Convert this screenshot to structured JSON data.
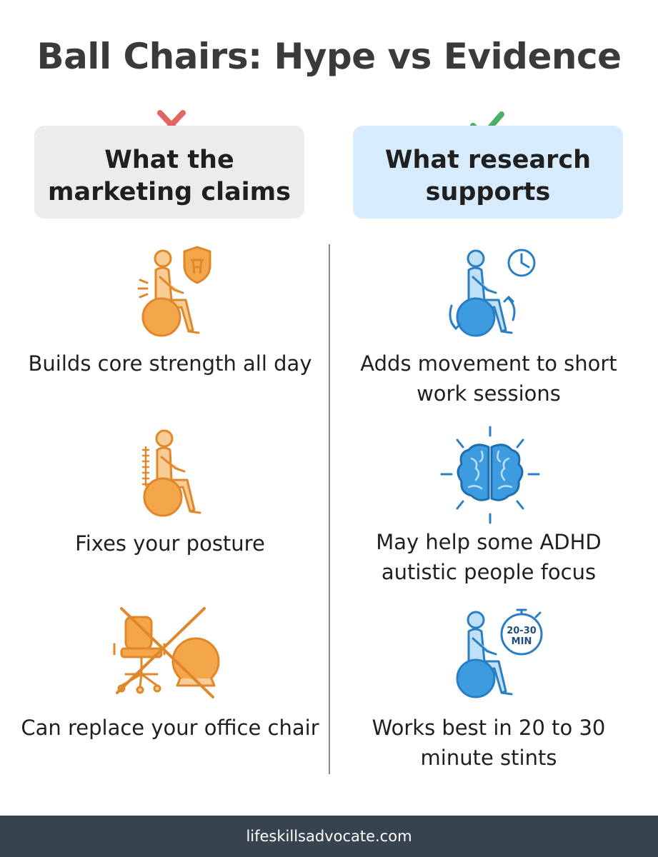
{
  "title": "Ball Chairs: Hype vs Evidence",
  "colors": {
    "marketing_accent": "#f2a23c",
    "research_accent": "#3d9be0",
    "cross_mark": "#e26565",
    "check_mark": "#4caf65",
    "footer_bg": "#37444f"
  },
  "left_column": {
    "mark_icon": "cross-icon",
    "header": "What the marketing claims",
    "items": [
      {
        "icon": "person-on-ball-with-shield-icon",
        "text": "Builds core strength all day"
      },
      {
        "icon": "person-on-ball-upright-posture-icon",
        "text": "Fixes your posture"
      },
      {
        "icon": "crossed-office-chair-and-ball-icon",
        "text": "Can replace your office chair"
      }
    ]
  },
  "right_column": {
    "mark_icon": "check-icon",
    "header": "What research supports",
    "items": [
      {
        "icon": "person-on-ball-with-clock-icon",
        "text": "Adds movement to short work sessions"
      },
      {
        "icon": "brain-icon",
        "text": "May help some ADHD autistic people focus"
      },
      {
        "icon": "person-on-ball-with-timer-icon",
        "text": "Works best in 20 to 30 minute stints",
        "timer_label": "20-30\nMIN"
      }
    ]
  },
  "footer": "lifeskillsadvocate.com"
}
